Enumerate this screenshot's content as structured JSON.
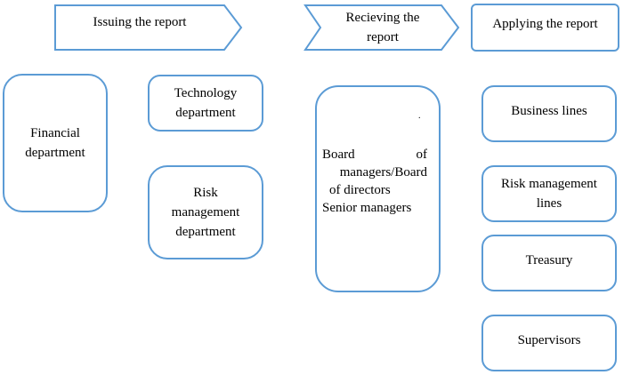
{
  "header": {
    "issuing": "Issuing the report",
    "receiving_line1": "Recieving the",
    "receiving_line2": "report",
    "applying": "Applying the report"
  },
  "issuers": {
    "financial_line1": "Financial",
    "financial_line2": "department",
    "technology_line1": "Technology",
    "technology_line2": "department",
    "risk_line1": "Risk",
    "risk_line2": "management",
    "risk_line3": "department"
  },
  "receivers": {
    "board_word": "Board",
    "of_word": "of",
    "line2": "managers/Board",
    "line3": "of directors",
    "line4": "Senior managers",
    "dot": "."
  },
  "appliers": {
    "business_lines": "Business lines",
    "risk_lines_line1": "Risk management",
    "risk_lines_line2": "lines",
    "treasury": "Treasury",
    "supervisors": "Supervisors"
  },
  "colors": {
    "border": "#5b9bd5",
    "text": "#000000",
    "background": "#ffffff"
  }
}
